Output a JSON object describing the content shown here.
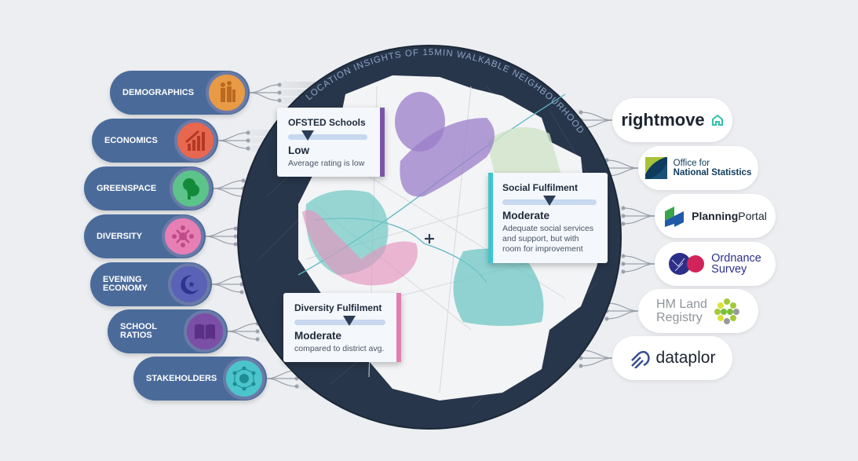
{
  "title": "LOCATION INSIGHTS OF 15MIN WALKABLE NEIGHBOURHOOD",
  "categories": [
    {
      "label": "DEMOGRAPHICS",
      "icon": "people-icon",
      "color": "#e99a45"
    },
    {
      "label": "ECONOMICS",
      "icon": "growth-chart-icon",
      "color": "#e8674f"
    },
    {
      "label": "GREENSPACE",
      "icon": "tree-icon",
      "color": "#5cc48a"
    },
    {
      "label": "DIVERSITY",
      "icon": "diverse-people-icon",
      "color": "#e77fb4"
    },
    {
      "label": "EVENING\nECONOMY",
      "icon": "moon-star-icon",
      "color": "#5a62b8"
    },
    {
      "label": "SCHOOL\nRATIOS",
      "icon": "book-icon",
      "color": "#7b4fa6"
    },
    {
      "label": "STAKEHOLDERS",
      "icon": "network-icon",
      "color": "#4cc4cc"
    }
  ],
  "sources": [
    {
      "name": "rightmove"
    },
    {
      "line1": "Office for",
      "line2": "National Statistics"
    },
    {
      "bold": "Planning",
      "rest": "Portal"
    },
    {
      "line1": "Ordnance",
      "line2": "Survey"
    },
    {
      "line1": "HM Land",
      "line2": "Registry"
    },
    {
      "name": "dataplor"
    }
  ],
  "cards": {
    "ofsted": {
      "title": "OFSTED Schools",
      "value": "Low",
      "desc": "Average rating is low",
      "level": 0.25,
      "accent": "#7b55a8"
    },
    "social": {
      "title": "Social Fulfilment",
      "value": "Moderate",
      "desc": "Adequate social services and support, but with room for improvement",
      "level": 0.5,
      "accent": "#3ec6cf"
    },
    "diversity": {
      "title": "Diversity Fulfilment",
      "value": "Moderate",
      "desc": "compared to district avg.",
      "level": 0.6,
      "accent": "#e07fb3"
    }
  }
}
